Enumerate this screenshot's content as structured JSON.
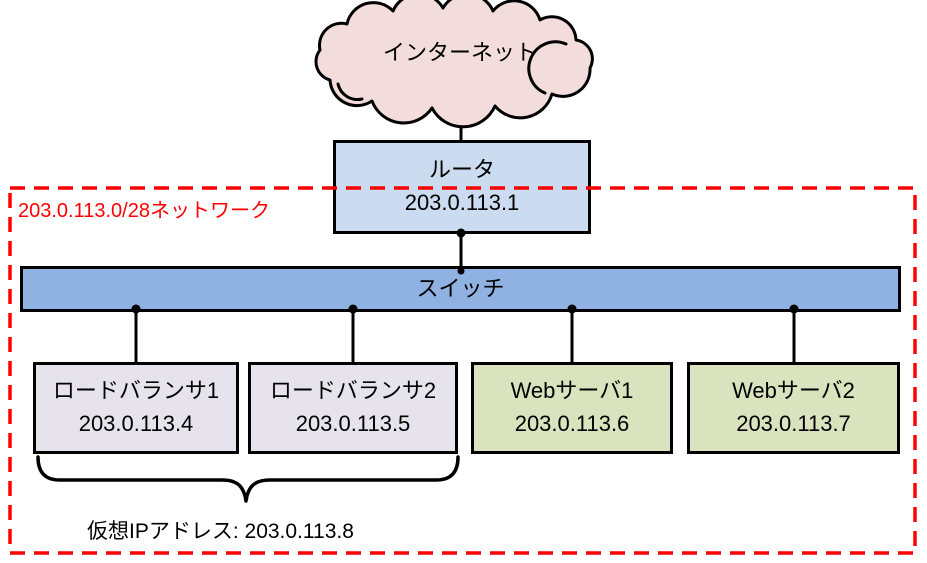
{
  "diagram": {
    "cloud": {
      "label": "インターネット"
    },
    "router": {
      "label": "ルータ",
      "ip": "203.0.113.1"
    },
    "network_boundary": {
      "label": "203.0.113.0/28ネットワーク"
    },
    "switch": {
      "label": "スイッチ"
    },
    "nodes": [
      {
        "label": "ロードバランサ1",
        "ip": "203.0.113.4",
        "type": "load-balancer"
      },
      {
        "label": "ロードバランサ2",
        "ip": "203.0.113.5",
        "type": "load-balancer"
      },
      {
        "label": "Webサーバ1",
        "ip": "203.0.113.6",
        "type": "web-server"
      },
      {
        "label": "Webサーバ2",
        "ip": "203.0.113.7",
        "type": "web-server"
      }
    ],
    "virtual_ip": {
      "label": "仮想IPアドレス: 203.0.113.8"
    },
    "colors": {
      "cloud_fill": "#F3DDDC",
      "router_fill": "#CBDBF0",
      "switch_fill": "#8FB2E2",
      "load_balancer_fill": "#E7E3ED",
      "web_server_fill": "#D9E3BE",
      "boundary_red": "#FF0000",
      "outline_black": "#000000",
      "background": "#FFFFFF"
    }
  }
}
